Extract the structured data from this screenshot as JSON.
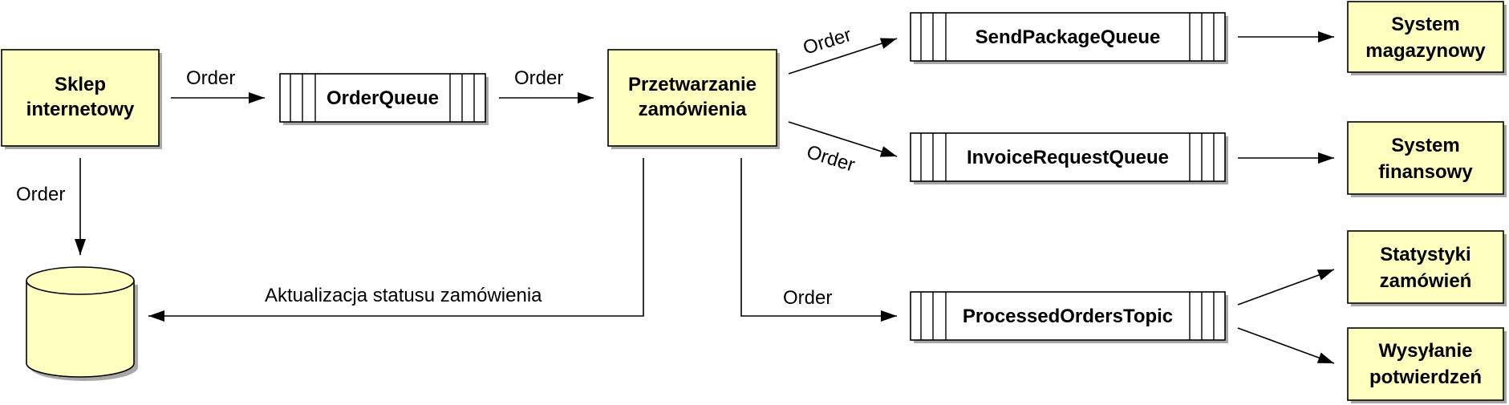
{
  "nodes": {
    "shop": {
      "lines": [
        "Sklep",
        "internetowy"
      ]
    },
    "processing": {
      "lines": [
        "Przetwarzanie",
        "zamówienia"
      ]
    },
    "warehouse": {
      "lines": [
        "System",
        "magazynowy"
      ]
    },
    "finance": {
      "lines": [
        "System",
        "finansowy"
      ]
    },
    "stats": {
      "lines": [
        "Statystyki",
        "zamówień"
      ]
    },
    "confirmations": {
      "lines": [
        "Wysyłanie",
        "potwierdzeń"
      ]
    }
  },
  "queues": {
    "order_queue": "OrderQueue",
    "send_package_queue": "SendPackageQueue",
    "invoice_request_queue": "InvoiceRequestQueue",
    "processed_orders_topic": "ProcessedOrdersTopic"
  },
  "edge_labels": {
    "shop_to_queue": "Order",
    "queue_to_processing": "Order",
    "processing_to_send": "Order",
    "processing_to_invoice": "Order",
    "shop_to_db": "Order",
    "processing_to_topic": "Order",
    "status_update": "Aktualizacja statusu zamówienia"
  },
  "colors": {
    "node_fill": "#ffffc0",
    "queue_fill": "#ffffff",
    "stroke": "#000000",
    "shadow": "#a8a8a8"
  }
}
